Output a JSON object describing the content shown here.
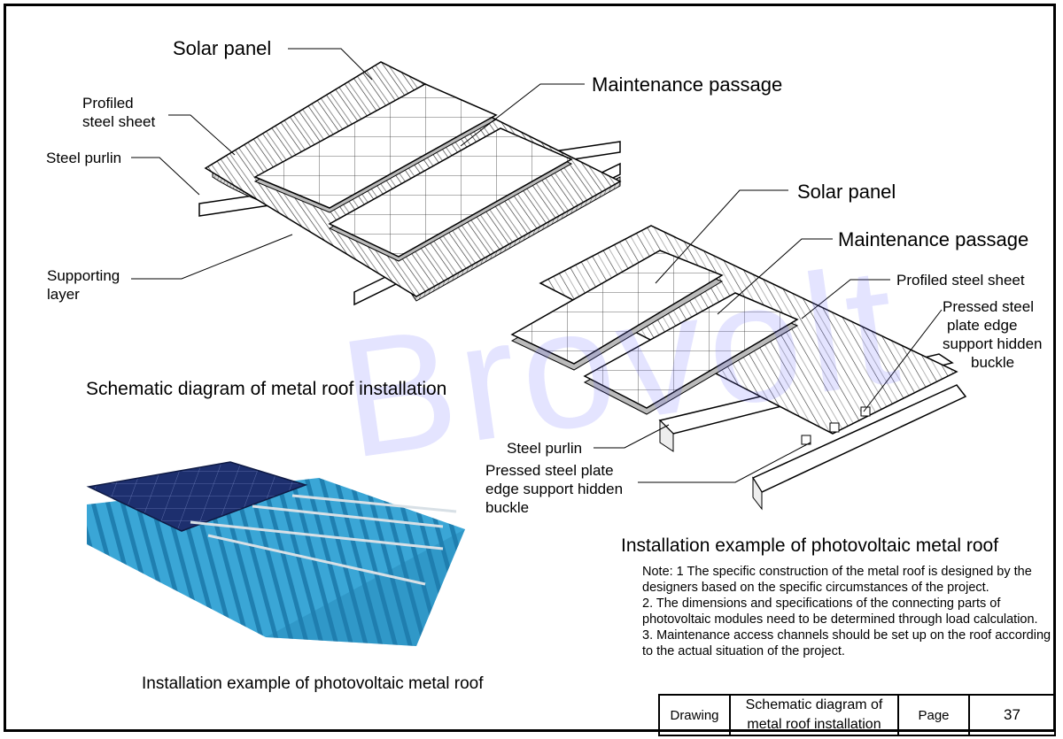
{
  "watermark": "Brovolt",
  "top_diagram": {
    "labels": {
      "solar_panel": "Solar panel",
      "maintenance_passage": "Maintenance passage",
      "profiled_steel_sheet_line1": "Profiled",
      "profiled_steel_sheet_line2": "steel sheet",
      "steel_purlin": "Steel purlin",
      "supporting_layer_line1": "Supporting",
      "supporting_layer_line2": "layer"
    },
    "caption": "Schematic diagram of metal roof installation"
  },
  "right_diagram": {
    "labels": {
      "solar_panel": "Solar panel",
      "maintenance_passage": "Maintenance passage",
      "profiled_steel_sheet": "Profiled steel sheet",
      "pressed_steel_line1": "Pressed steel",
      "pressed_steel_line2": "plate edge",
      "pressed_steel_line3": "support hidden",
      "pressed_steel_line4": "buckle",
      "steel_purlin": "Steel purlin",
      "buckle_line1": "Pressed steel plate",
      "buckle_line2": "edge support hidden",
      "buckle_line3": "buckle"
    },
    "caption": "Installation example of photovoltaic metal roof"
  },
  "photo": {
    "caption": "Installation example of photovoltaic metal roof",
    "colors": {
      "roof": "#3aa6d6",
      "roof_dark": "#1f7fb0",
      "panel": "#1d2f6e"
    }
  },
  "notes": [
    "Note: 1 The specific construction of the metal roof is designed by the designers based on the specific circumstances of the project.",
    "2. The dimensions and specifications of the connecting parts of photovoltaic modules need to be determined through load calculation.",
    "3. Maintenance access channels should be set up on the roof according to the actual situation of the project."
  ],
  "title_block": {
    "drawing_label": "Drawing",
    "drawing_title_line1": "Schematic diagram of",
    "drawing_title_line2": "metal roof installation",
    "page_label": "Page",
    "page_number": "37"
  }
}
